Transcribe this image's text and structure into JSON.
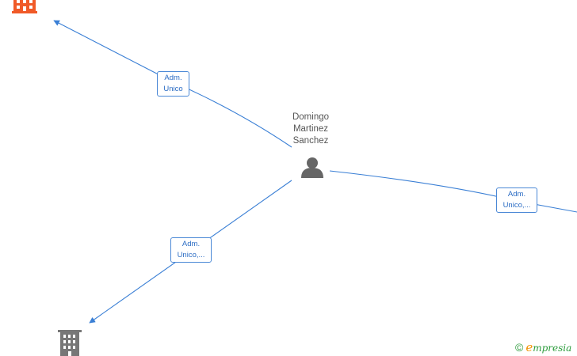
{
  "person": {
    "name_lines": [
      "Domingo",
      "Martinez",
      "Sanchez"
    ],
    "icon": "person-icon"
  },
  "companies": [
    {
      "icon": "building-icon",
      "color": "#f05a28"
    },
    {
      "icon": "building-icon",
      "color": "#777777"
    }
  ],
  "edge_labels": [
    {
      "line1": "Adm.",
      "line2": "Unico"
    },
    {
      "line1": "Adm.",
      "line2": "Unico,..."
    },
    {
      "line1": "Adm.",
      "line2": "Unico,..."
    }
  ],
  "footer": {
    "copyright": "©",
    "brand_first": "e",
    "brand_rest": "mpresia"
  },
  "colors": {
    "edge": "#3a7fd5",
    "person": "#666666"
  }
}
